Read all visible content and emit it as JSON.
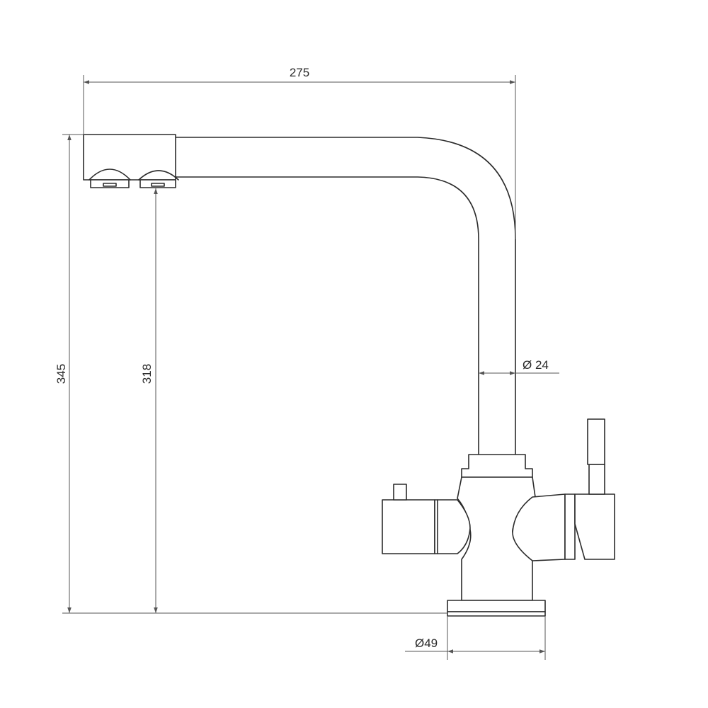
{
  "dimensions": {
    "width_total": "275",
    "height_total": "345",
    "height_outlet": "318",
    "spout_diameter": "Ø 24",
    "base_diameter": "Ø49"
  },
  "colors": {
    "line": "#2b2b2b",
    "dimension_line": "#555555",
    "background": "#ffffff"
  }
}
